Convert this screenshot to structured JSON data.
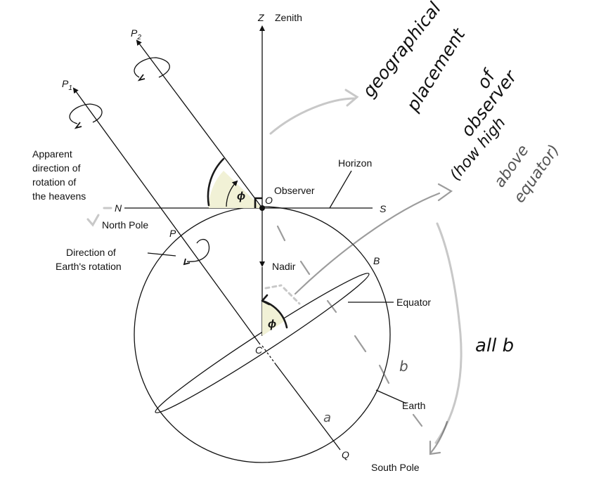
{
  "labels": {
    "z": "Z",
    "zenith": "Zenith",
    "p2": "P",
    "p2_sub": "2",
    "p1": "P",
    "p1_sub": "1",
    "apparent_1": "Apparent",
    "apparent_2": "direction of",
    "apparent_3": "rotation of",
    "apparent_4": "the heavens",
    "n": "N",
    "north_pole": "North Pole",
    "p": "P",
    "direction_1": "Direction of",
    "direction_2": "Earth's rotation",
    "o": "O",
    "observer": "Observer",
    "horizon": "Horizon",
    "s": "S",
    "phi_top": "ϕ",
    "phi_center": "ϕ",
    "nadir": "Nadir",
    "b": "B",
    "equator": "Equator",
    "c": "C",
    "earth": "Earth",
    "q": "Q",
    "south_pole": "South Pole"
  },
  "handwriting": {
    "line1": "geographical",
    "line2": "placement",
    "line3": "of",
    "line4": "observer",
    "line5": "(how high",
    "line6": "above",
    "line7": "equator)",
    "all_b": "all b",
    "mark_a": "a",
    "mark_b": "b"
  },
  "colors": {
    "angle_fill": "#f1f1d6",
    "ink": "#111111"
  }
}
